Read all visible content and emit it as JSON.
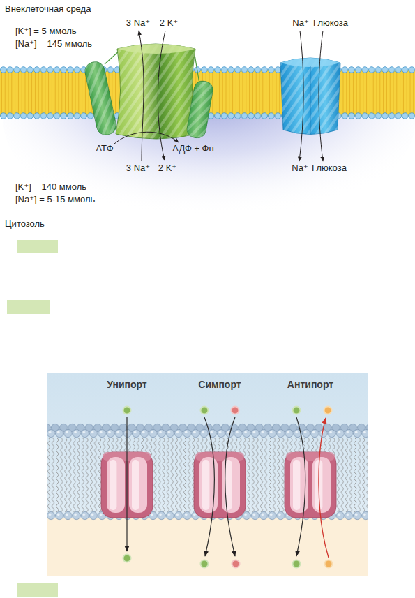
{
  "diagram": {
    "nodes": [
      {
        "text": [
          "Унипорт"
        ]
      },
      {
        "text": [
          "Симпорт"
        ]
      },
      {
        "text": [
          "Антипорт"
        ]
      }
    ],
    "labels": [
      "Внеклеточная среда",
      "[K⁺] = 5 ммоль",
      "[Na⁺] = 145 ммоль",
      "3 Na⁺",
      "2 K⁺",
      "Na⁺",
      "Глюкоза",
      "АТФ",
      "АДФ + Фн",
      "3 Na⁺",
      "2 K⁺",
      "Na⁺",
      "Глюкоза",
      "[K⁺] = 140 ммоль",
      "[Na⁺] = 5-15 ммоль",
      "Цитозоль"
    ]
  }
}
